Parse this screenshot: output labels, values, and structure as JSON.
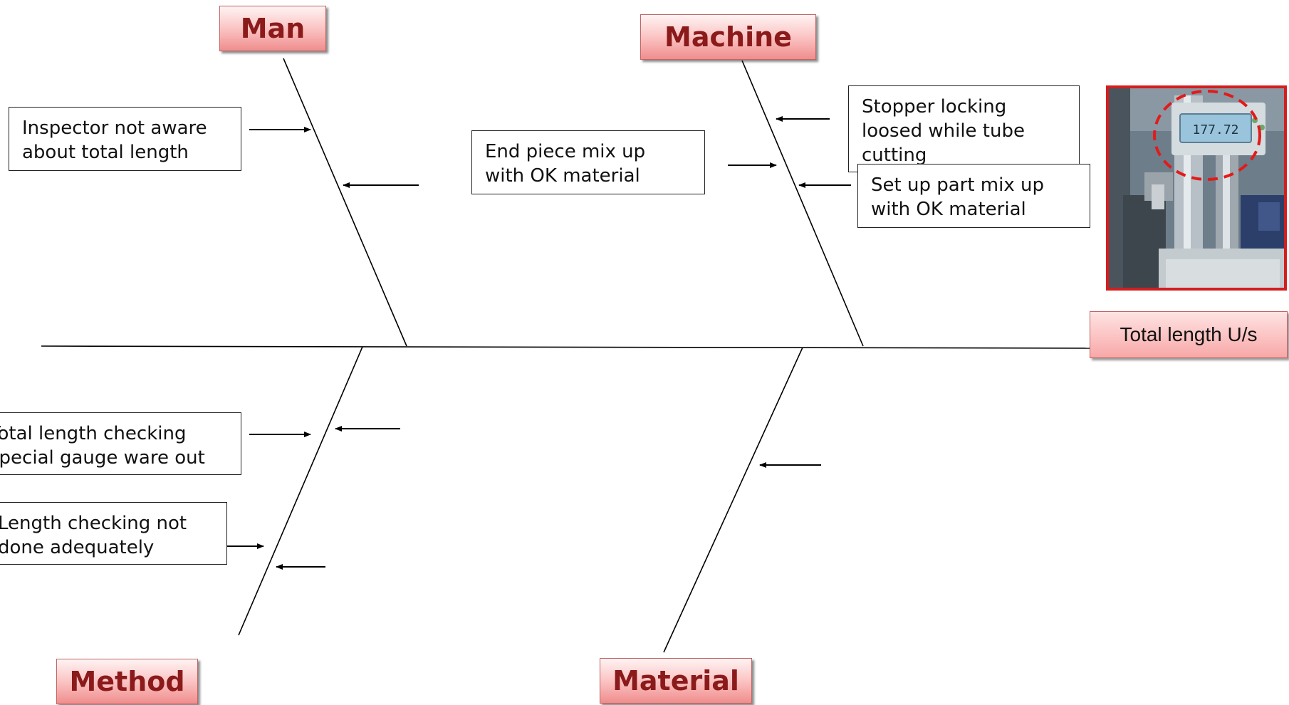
{
  "categories": {
    "man": "Man",
    "machine": "Machine",
    "method": "Method",
    "material": "Material"
  },
  "effect": "Total length U/s",
  "causes": {
    "man_1": "Inspector not aware\nabout total length",
    "machine_1": "End piece mix up\nwith OK material",
    "machine_2": "Stopper locking\nloosed while tube\ncutting",
    "machine_3": "Set up part mix up\nwith OK material",
    "method_1": "Total length checking\nspecial gauge ware out",
    "method_2": "Length checking not\ndone adequately"
  },
  "photo": {
    "display_reading": "177.72"
  },
  "colors": {
    "category_text": "#8b1a1a",
    "category_fill": "#fbc4c4",
    "photo_border": "#d21e1e",
    "highlight_circle": "#e11b1b"
  }
}
